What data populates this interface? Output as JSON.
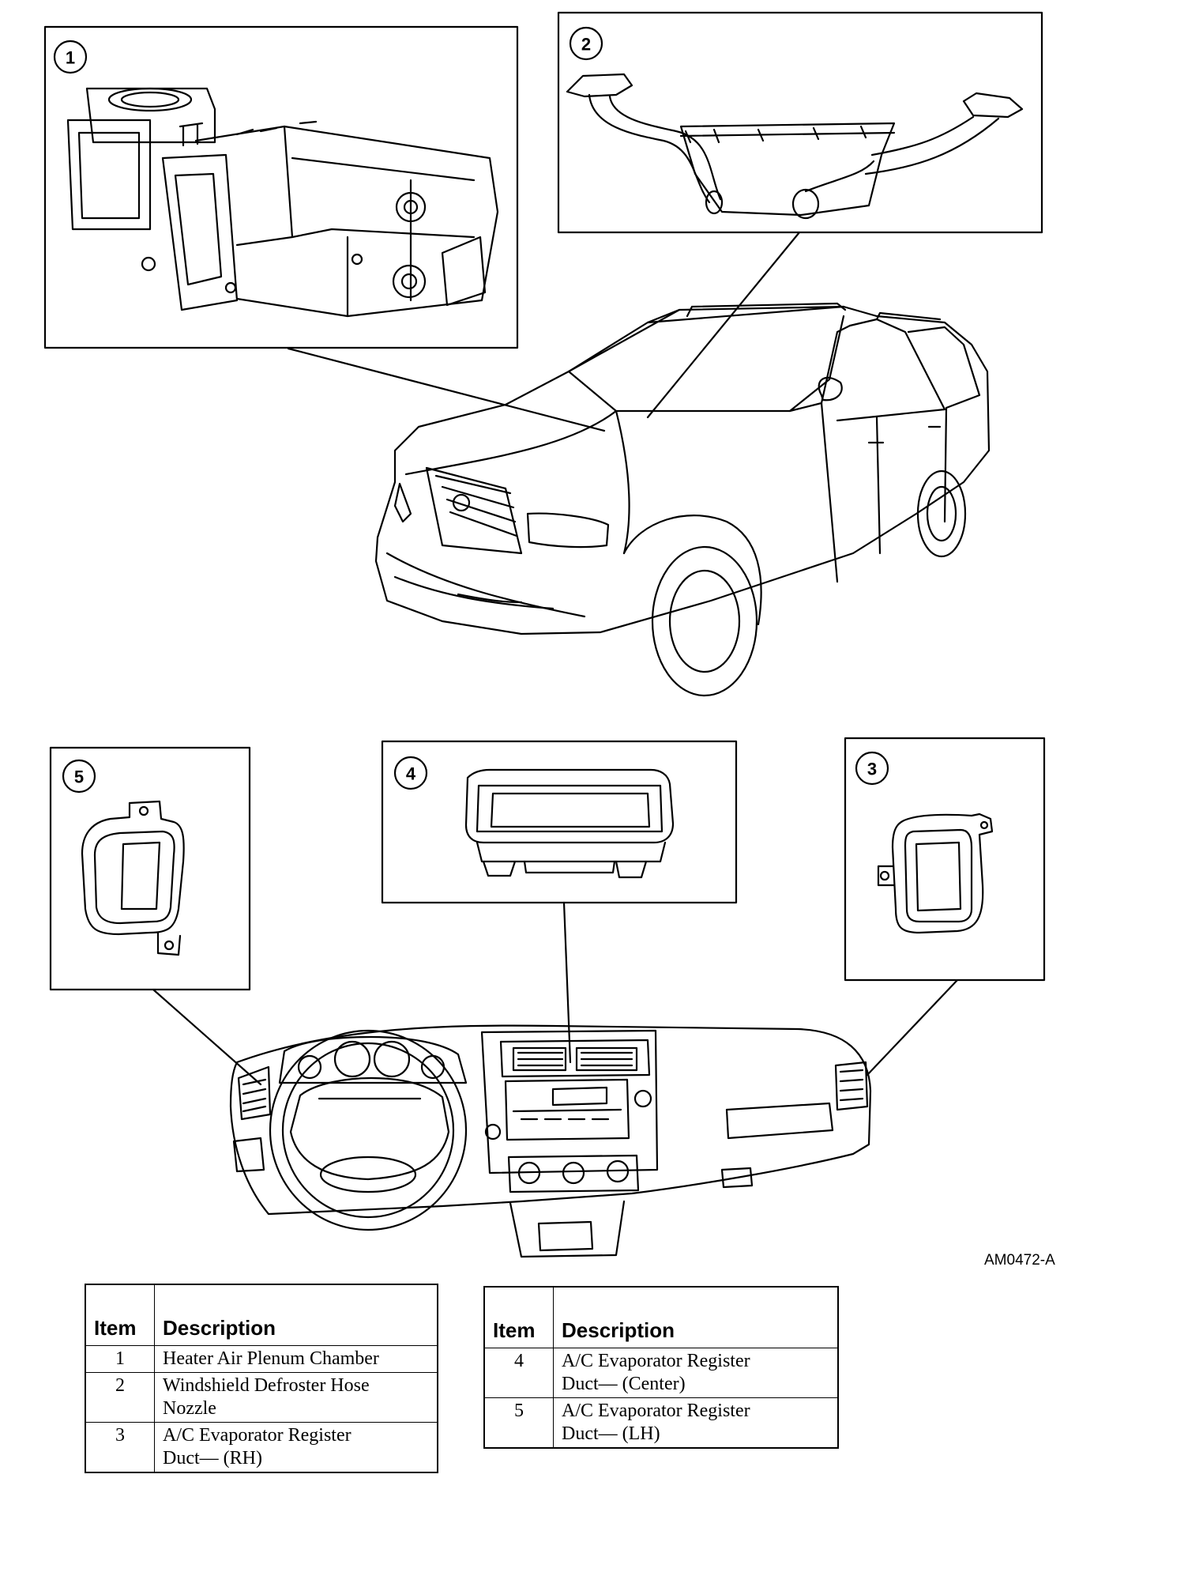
{
  "callouts": [
    "1",
    "2",
    "3",
    "4",
    "5"
  ],
  "figure_code": "AM0472-A",
  "legend": {
    "headers": {
      "item": "Item",
      "description": "Description"
    },
    "tables": [
      {
        "rows": [
          {
            "item": "1",
            "line1": "Heater Air Plenum Chamber",
            "line2": ""
          },
          {
            "item": "2",
            "line1": "Windshield Defroster Hose",
            "line2": "Nozzle"
          },
          {
            "item": "3",
            "line1": "A/C Evaporator Register",
            "line2": "Duct— (RH)"
          }
        ]
      },
      {
        "rows": [
          {
            "item": "4",
            "line1": "A/C Evaporator Register",
            "line2": "Duct— (Center)"
          },
          {
            "item": "5",
            "line1": "A/C Evaporator Register",
            "line2": "Duct— (LH)"
          }
        ]
      }
    ]
  }
}
